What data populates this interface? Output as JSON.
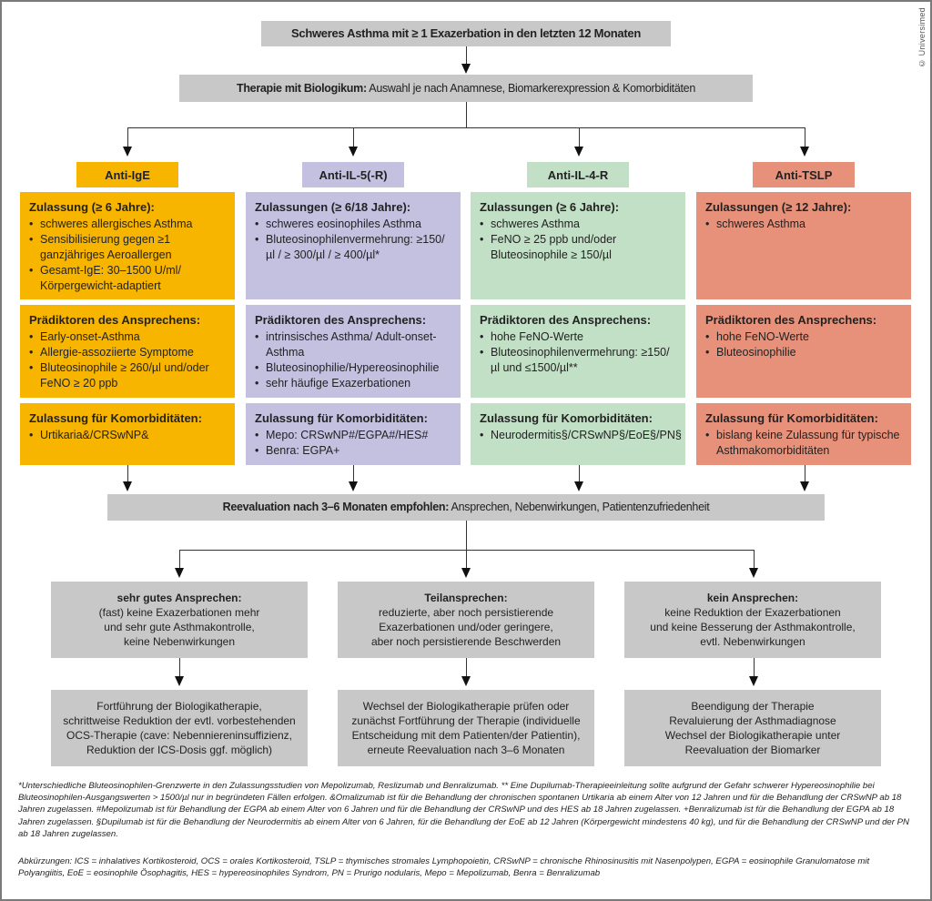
{
  "copyright": "© Universimed",
  "top_box": "Schweres Asthma mit ≥ 1 Exazerbation in den letzten 12 Monaten",
  "therapy_box": {
    "bold": "Therapie mit Biologikum:",
    "text": " Auswahl je nach Anamnese, Biomarkerexpression & Komorbiditäten"
  },
  "colors": {
    "anti_ige": "#f7b500",
    "anti_il5": "#c4c0e0",
    "anti_il4": "#c2e0c6",
    "anti_tslp": "#e8917a",
    "neutral_gray": "#c8c8c8"
  },
  "drugs": [
    {
      "name": "Anti-IgE",
      "approval_title": "Zulassung (≥ 6 Jahre):",
      "approval_items": [
        "schweres allergisches Asthma",
        "Sensibilisierung gegen ≥1 ganzjähriges Aeroallergen",
        "Gesamt-IgE: 30–1500 U/ml/ Körpergewicht-adaptiert"
      ],
      "predictors_title": "Prädiktoren des Ansprechens:",
      "predictors_items": [
        "Early-onset-Asthma",
        "Allergie-assoziierte Symptome",
        "Bluteosinophile ≥ 260/µl und/oder FeNO ≥ 20 ppb"
      ],
      "comorb_title": "Zulassung für Komorbiditäten:",
      "comorb_items": [
        "Urtikaria&/CRSwNP&"
      ]
    },
    {
      "name": "Anti-IL-5(-R)",
      "approval_title": "Zulassungen (≥ 6/18 Jahre):",
      "approval_items": [
        "schweres eosinophiles Asthma",
        "Bluteosinophilenvermehrung: ≥150/µl / ≥ 300/µl / ≥ 400/µl*"
      ],
      "predictors_title": "Prädiktoren des Ansprechens:",
      "predictors_items": [
        "intrinsisches Asthma/ Adult-onset-Asthma",
        "Bluteosinophilie/Hypereosinophilie",
        "sehr häufige Exazerbationen"
      ],
      "comorb_title": "Zulassung für Komorbiditäten:",
      "comorb_items": [
        "Mepo: CRSwNP#/EGPA#/HES#",
        "Benra: EGPA+"
      ]
    },
    {
      "name": "Anti-IL-4-R",
      "approval_title": "Zulassungen (≥ 6 Jahre):",
      "approval_items": [
        "schweres Asthma",
        "FeNO ≥ 25 ppb und/oder Bluteosinophile ≥ 150/µl"
      ],
      "predictors_title": "Prädiktoren des Ansprechens:",
      "predictors_items": [
        "hohe FeNO-Werte",
        "Bluteosinophilenvermehrung: ≥150/µl und ≤1500/µl**"
      ],
      "comorb_title": "Zulassung für Komorbiditäten:",
      "comorb_items": [
        "Neurodermitis§/CRSwNP§/EoE§/PN§"
      ]
    },
    {
      "name": "Anti-TSLP",
      "approval_title": "Zulassungen (≥ 12 Jahre):",
      "approval_items": [
        "schweres Asthma"
      ],
      "predictors_title": "Prädiktoren des Ansprechens:",
      "predictors_items": [
        "hohe FeNO-Werte",
        "Bluteosinophilie"
      ],
      "comorb_title": "Zulassung für Komorbiditäten:",
      "comorb_items": [
        "bislang keine Zulassung für typische Asthmakomorbiditäten"
      ]
    }
  ],
  "reevaluation_box": {
    "bold": "Reevaluation nach 3–6 Monaten empfohlen:",
    "text": " Ansprechen, Nebenwirkungen, Patientenzufriedenheit"
  },
  "responses": [
    {
      "title": "sehr gutes Ansprechen:",
      "lines": [
        "(fast) keine Exazerbationen mehr",
        "und sehr gute Asthmakontrolle,",
        "keine Nebenwirkungen"
      ],
      "action_lines": [
        "Fortführung der Biologikatherapie,",
        "schrittweise Reduktion der evtl. vorbestehenden",
        "OCS-Therapie (cave: Nebenniereninsuffizienz,",
        "Reduktion der ICS-Dosis ggf. möglich)"
      ]
    },
    {
      "title": "Teilansprechen:",
      "lines": [
        "reduzierte, aber noch persistierende",
        "Exazerbationen und/oder geringere,",
        "aber noch persistierende Beschwerden"
      ],
      "action_lines": [
        "Wechsel der Biologikatherapie prüfen oder",
        "zunächst Fortführung der Therapie (individuelle",
        "Entscheidung mit dem Patienten/der Patientin),",
        "erneute Reevaluation nach 3–6 Monaten"
      ]
    },
    {
      "title": "kein Ansprechen:",
      "lines": [
        "keine Reduktion der Exazerbationen",
        "und keine Besserung der Asthmakontrolle,",
        "evtl. Nebenwirkungen"
      ],
      "action_lines": [
        "Beendigung der Therapie",
        "Revaluierung der Asthmadiagnose",
        "Wechsel der Biologikatherapie unter",
        "Reevaluation der Biomarker"
      ]
    }
  ],
  "footnotes": "*Unterschiedliche Bluteosinophilen-Grenzwerte in den Zulassungsstudien von Mepolizumab, Reslizumab und Benralizumab. ** Eine Dupilumab-Therapieeinleitung sollte aufgrund der Gefahr schwerer Hypereosinophilie bei Bluteosinophilen-Ausgangswerten > 1500/µl nur in begründeten Fällen erfolgen. &Omalizumab ist für die Behandlung der chronischen spontanen Urtikaria ab einem Alter von 12 Jahren und für die Behandlung der CRSwNP ab 18 Jahren zugelassen. #Mepolizumab ist für Behandlung der EGPA ab einem Alter von 6 Jahren und für die Behandlung der CRSwNP und des HES ab 18 Jahren zugelassen. +Benralizumab ist für die Behandlung der EGPA ab 18 Jahren zugelassen. §Dupilumab ist für die Behandlung der Neurodermitis ab einem Alter von 6 Jahren, für die Behandlung der EoE ab 12 Jahren (Körpergewicht mindestens 40 kg), und für die Behandlung der CRSwNP und der PN ab 18 Jahren zugelassen.",
  "abbreviations": "Abkürzungen: ICS = inhalatives Kortikosteroid, OCS = orales Kortikosteroid, TSLP = thymisches stromales Lymphopoietin, CRSwNP = chronische Rhinosinusitis mit Nasenpolypen, EGPA = eosinophile Granulomatose mit Polyangiitis, EoE = eosinophile Ösophagitis, HES = hypereosinophiles Syndrom, PN = Prurigo nodularis, Mepo = Mepolizumab, Benra = Benralizumab"
}
